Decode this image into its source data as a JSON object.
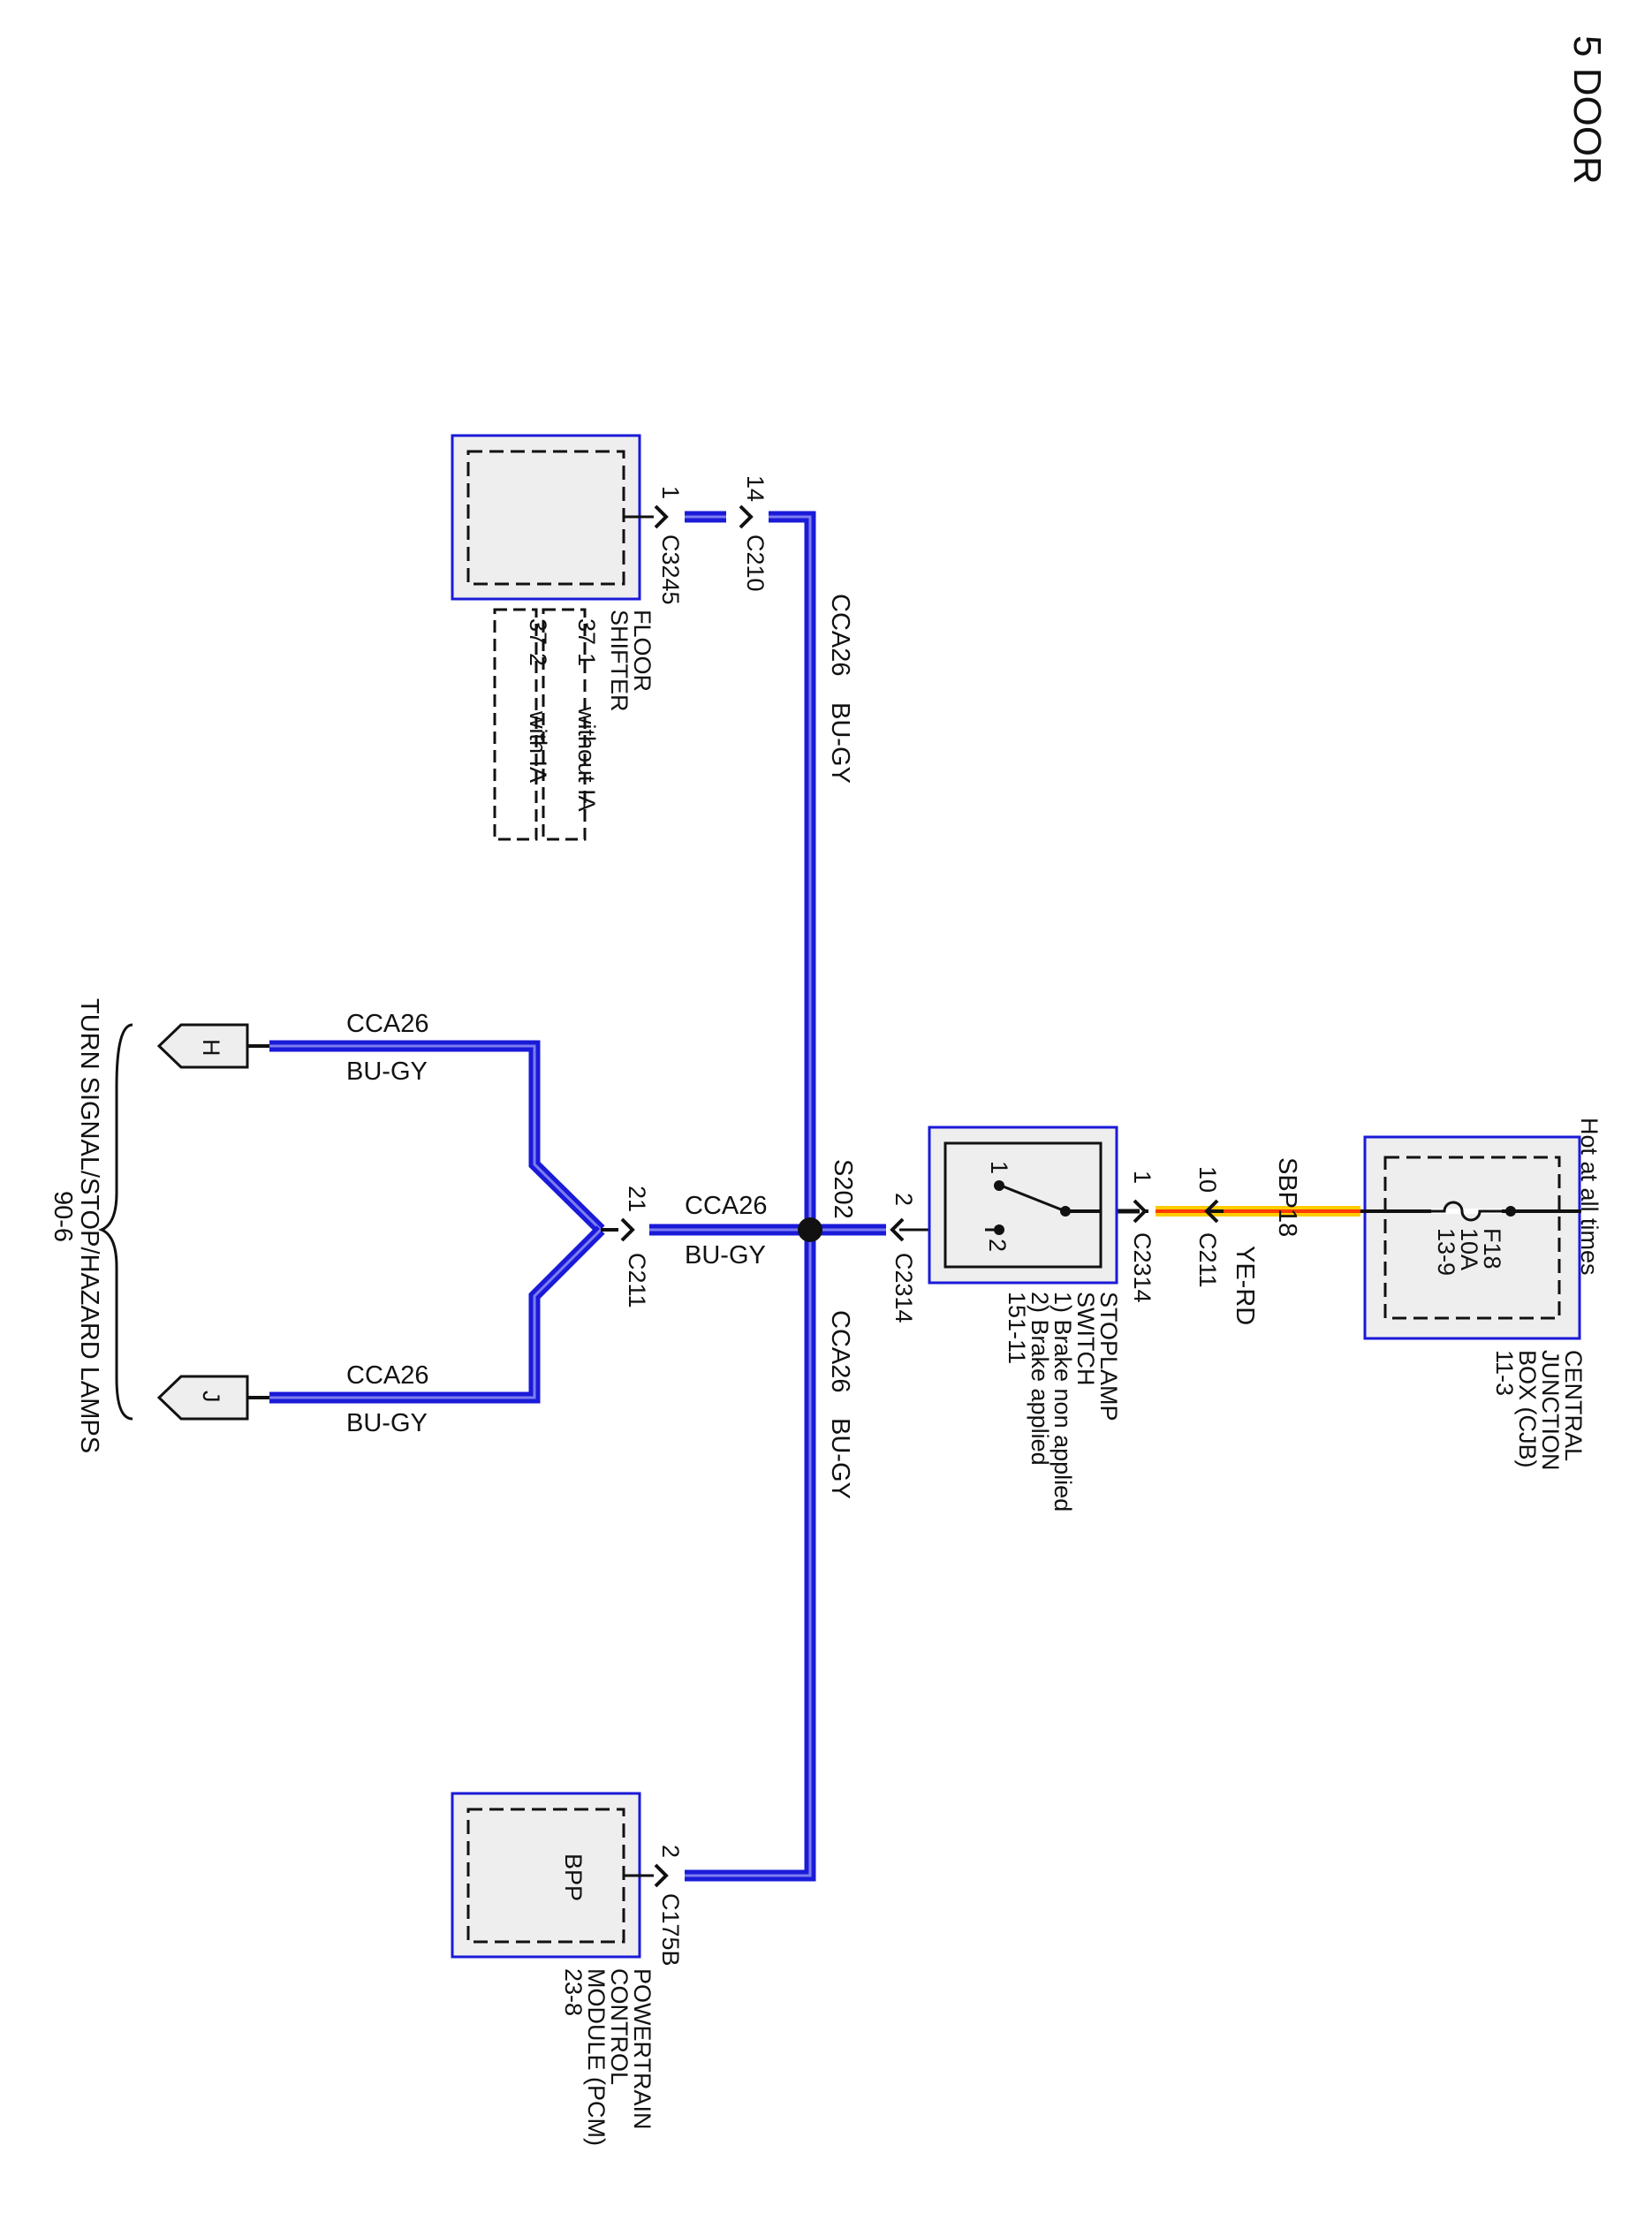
{
  "header": {
    "title": "5 DOOR"
  },
  "colors": {
    "wire_blue": "#1a1ad8",
    "wire_highlight": "#7d7df0",
    "wire_yellow": "#ffcc00",
    "wire_red": "#ff3b00",
    "box_border": "#1a1ad8",
    "box_fill": "#eeeeee",
    "line": "#111111"
  },
  "power": {
    "label": "Hot at all times"
  },
  "cjb": {
    "name_lines": [
      "CENTRAL",
      "JUNCTION",
      "BOX (CJB)",
      "11-3"
    ],
    "fuse_lines": [
      "F18",
      "10A",
      "13-9"
    ]
  },
  "wires": {
    "sbp18": {
      "circuit": "SBP18",
      "color": "YE-RD"
    },
    "cca26_main_upper": {
      "circuit": "CCA26",
      "color": "BU-GY"
    },
    "cca26_main_lower": {
      "circuit": "CCA26",
      "color": "BU-GY"
    },
    "cca26_branch": {
      "circuit": "CCA26",
      "color": "BU-GY"
    },
    "cca26_h": {
      "circuit": "CCA26",
      "color": "BU-GY"
    },
    "cca26_j": {
      "circuit": "CCA26",
      "color": "BU-GY"
    }
  },
  "connectors": {
    "c211_top": {
      "name": "C211",
      "pin": "10"
    },
    "c2314_1": {
      "name": "C2314",
      "pin": "1"
    },
    "c2314_2": {
      "name": "C2314",
      "pin": "2"
    },
    "c211_mid": {
      "name": "C211",
      "pin": "21"
    },
    "c210": {
      "name": "C210",
      "pin": "14"
    },
    "c3245": {
      "name": "C3245",
      "pin": "1"
    },
    "c175b": {
      "name": "C175B",
      "pin": "2"
    }
  },
  "splice": {
    "name": "S202"
  },
  "stoplamp": {
    "name_lines": [
      "STOPLAMP",
      "SWITCH",
      "1) Brake non applied",
      "2) Brake applied",
      "151-11"
    ],
    "pin1": "1",
    "pin2": "2"
  },
  "floor_shifter": {
    "name_lines": [
      "FLOOR",
      "SHIFTER"
    ],
    "variants": [
      {
        "ref": "37-1",
        "desc": "without IA"
      },
      {
        "ref": "37-2",
        "desc": "with IA"
      }
    ]
  },
  "pcm": {
    "name_lines": [
      "POWERTRAIN",
      "CONTROL",
      "MODULE (PCM)",
      "23-8"
    ],
    "pin_label": "BPP"
  },
  "lamps": {
    "h_label": "H",
    "j_label": "J",
    "name": "TURN SIGNAL/STOP/HAZARD LAMPS",
    "ref": "90-6"
  }
}
